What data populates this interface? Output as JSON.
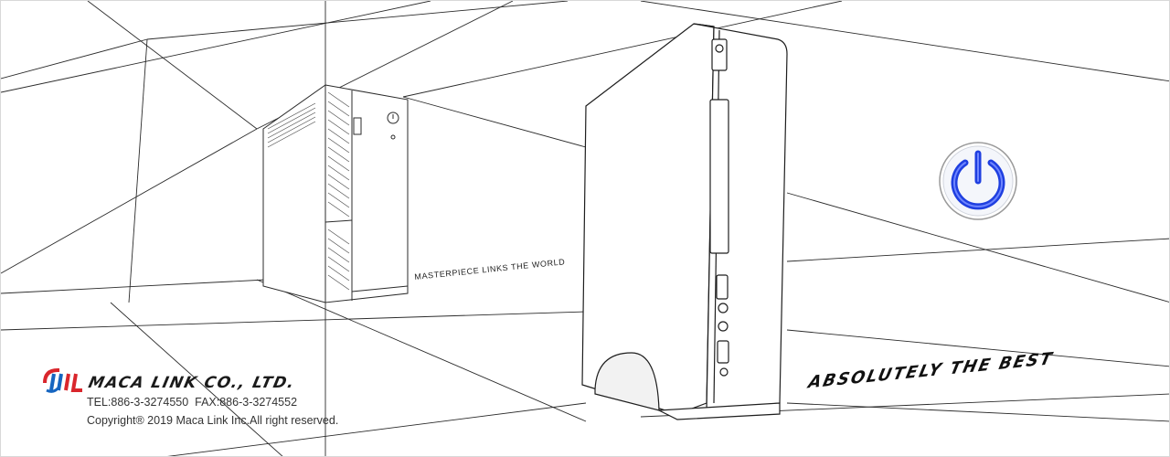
{
  "brand": {
    "company_name": "MACA LINK CO., LTD.",
    "contact_line": "TEL:886-3-3274550  FAX:886-3-3274552",
    "copyright": "Copyright® 2019 Maca Link Inc.All right reserved."
  },
  "taglines": {
    "small": "MASTERPIECE LINKS THE WORLD",
    "big": "ABSOLUTELY THE BEST"
  },
  "icons": {
    "logo": "maca-link-logo-icon",
    "power": "power-icon"
  },
  "colors": {
    "power_blue": "#1f3fe0",
    "logo_red": "#d9262c",
    "logo_blue": "#1565c0",
    "line_gray": "#2b2b2b"
  }
}
